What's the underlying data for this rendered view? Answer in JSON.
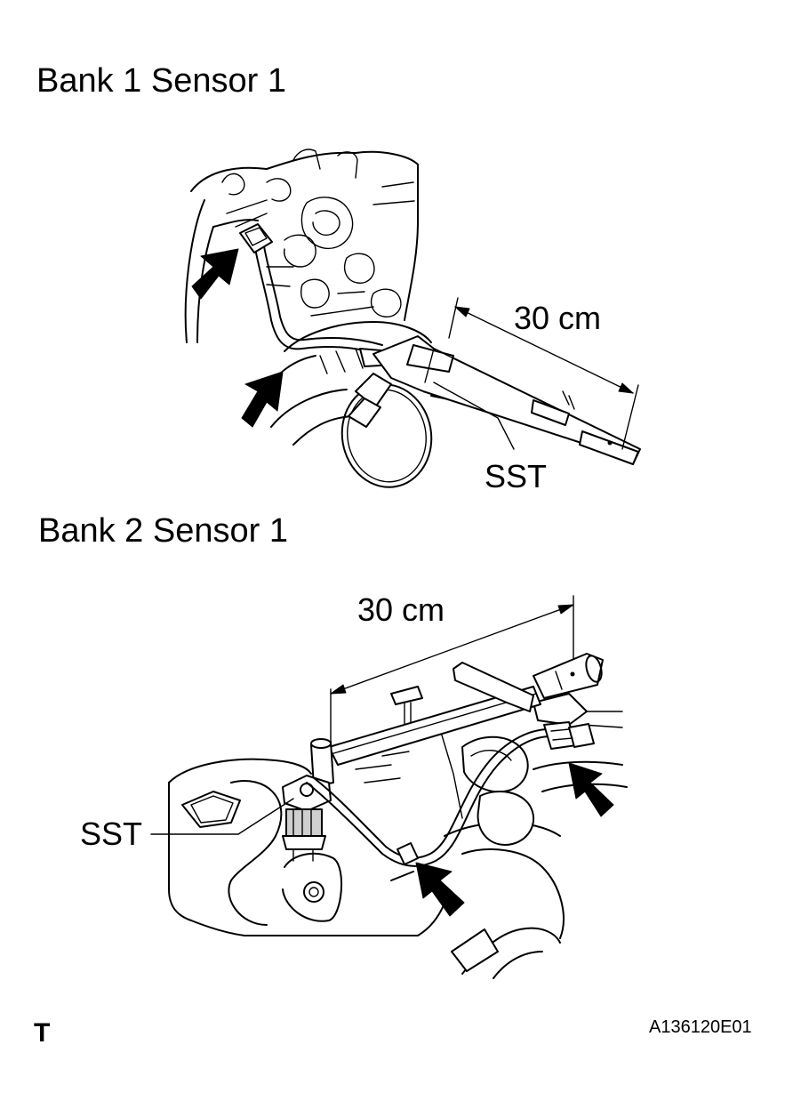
{
  "panels": [
    {
      "title": "Bank 1 Sensor 1",
      "dimension": "30 cm",
      "tool_label": "SST"
    },
    {
      "title": "Bank 2 Sensor 1",
      "dimension": "30 cm",
      "tool_label": "SST"
    }
  ],
  "footer": {
    "corner_mark": "T",
    "figure_id": "A136120E01"
  }
}
